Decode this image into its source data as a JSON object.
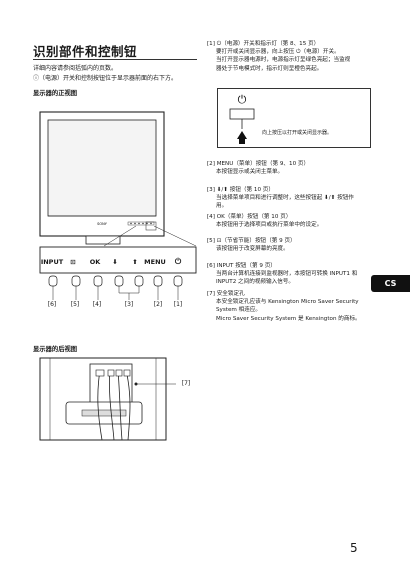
{
  "page": {
    "title": "识别部件和控制钮",
    "intro_lines": [
      "详细内容请参阅括弧内的页数。",
      "ⓘ（电源）开关和控制按钮位于显示器前面的右下方。"
    ],
    "front_section": "显示器的正视图",
    "rear_section": "显示器的后视图",
    "tab_label": "CS",
    "page_number": "5"
  },
  "front_diagram": {
    "logo": "SONY",
    "control_labels": [
      "INPUT",
      "⊡",
      "OK",
      "⬇",
      "⬆",
      "MENU",
      "⏻"
    ],
    "callouts": [
      "[6]",
      "[5]",
      "[4]",
      "[3]",
      "[2]",
      "[1]"
    ]
  },
  "rear_diagram": {
    "callout": "[7]"
  },
  "power_box": {
    "note": "向上按压以打开或关闭显示器。"
  },
  "items": [
    {
      "head": "[1] ⏻（电源）开关和指示灯（第 8、15 页）",
      "body": [
        "要打开或关闭显示器，向上按压 ⏻（电源）开关。",
        "当打开显示器电源时，电源指示灯呈绿色亮起；当监视",
        "器处于节电模式时，指示灯则呈橙色亮起。"
      ]
    },
    {
      "head": "[2] MENU（菜单）按钮（第 9、10 页）",
      "body": [
        "本按钮显示或关闭主菜单。"
      ]
    },
    {
      "head": "[3] ⬇/⬆ 按钮（第 10 页）",
      "body": [
        "当选择菜单项目和进行调整时，这些按钮起 ⬇/⬆ 按钮作",
        "用。"
      ]
    },
    {
      "head": "[4] OK（菜单）按钮（第 10 页）",
      "body": [
        "本按钮用于选择项目或执行菜单中的设定。"
      ]
    },
    {
      "head": "[5] ⊡（节省节能）按钮（第 9 页）",
      "body": [
        "该按钮用于改变屏幕的亮度。"
      ]
    },
    {
      "head": "[6] INPUT 按钮（第 9 页）",
      "body": [
        "当两台计算机连接到监视器时，本按钮可转换 INPUT1 和",
        "INPUT2 之间的视频输入信号。"
      ]
    },
    {
      "head": "[7] 安全锁定孔",
      "body": [
        "本安全锁定孔应该与 Kensington Micro Saver Security",
        "System 相连应。",
        "Micro Saver Security System 是 Kensington 的商标。"
      ]
    }
  ]
}
